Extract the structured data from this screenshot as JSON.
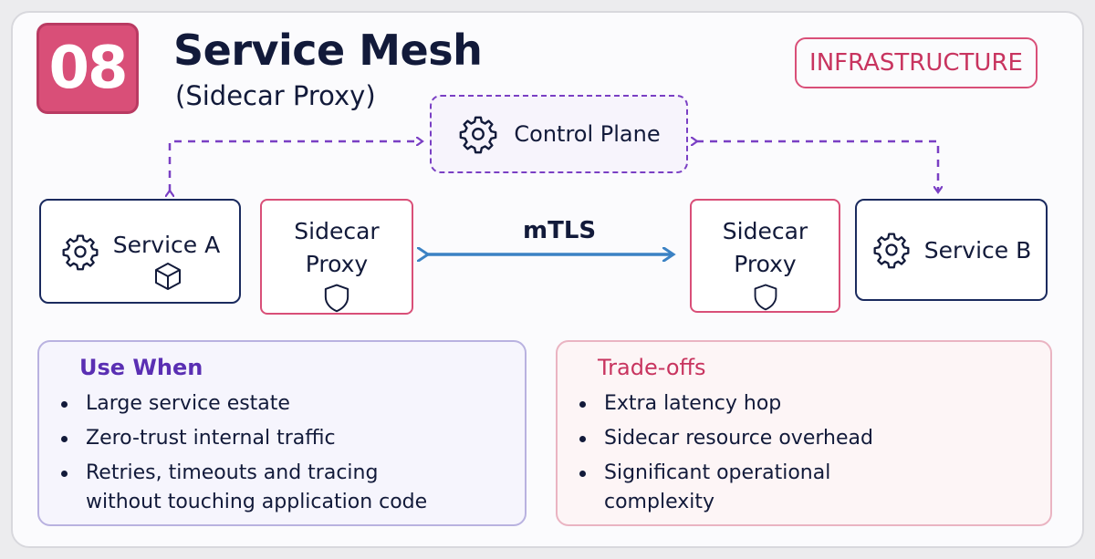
{
  "header": {
    "number": "08",
    "title": "Service Mesh",
    "subtitle": "(Sidecar Proxy)",
    "category": "INFRASTRUCTURE"
  },
  "diagram": {
    "control_plane": "Control Plane",
    "service_a": "Service A",
    "service_b": "Service B",
    "sidecar_1": [
      "Sidecar",
      "Proxy"
    ],
    "sidecar_2": [
      "Sidecar",
      "Proxy"
    ],
    "link_label": "mTLS"
  },
  "use_when": {
    "title": "Use When",
    "items": [
      "Large service estate",
      "Zero-trust internal traffic",
      "Retries, timeouts and tracing without touching application code"
    ]
  },
  "trade_offs": {
    "title": "Trade-offs",
    "items": [
      "Extra latency hop",
      "Sidecar resource overhead",
      "Significant operational complexity"
    ]
  },
  "colors": {
    "accent_pink": "#d94f78",
    "accent_purple": "#7a3fc4",
    "link_blue": "#3b82c4",
    "navy": "#1a2a5e"
  },
  "icons": [
    "gear-icon",
    "cube-icon",
    "shield-icon"
  ]
}
